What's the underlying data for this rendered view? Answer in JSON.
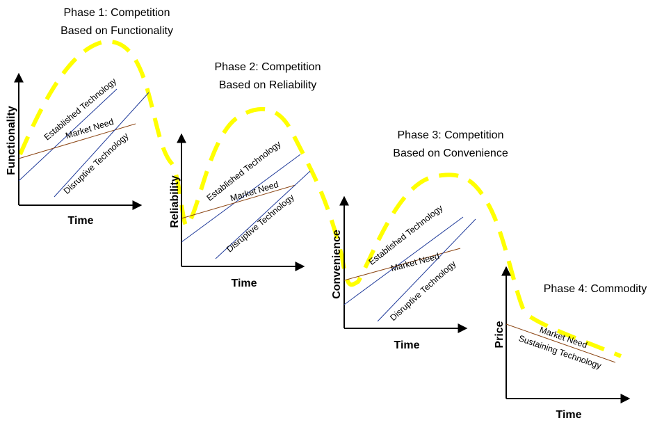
{
  "phases": [
    {
      "title_line1": "Phase 1: Competition",
      "title_line2": "Based on Functionality",
      "y_axis": "Functionality",
      "x_axis": "Time",
      "line_labels": [
        "Established Technology",
        "Market Need",
        "Disruptive Technology"
      ]
    },
    {
      "title_line1": "Phase 2: Competition",
      "title_line2": "Based on Reliability",
      "y_axis": "Reliability",
      "x_axis": "Time",
      "line_labels": [
        "Established Technology",
        "Market Need",
        "Disruptive Technology"
      ]
    },
    {
      "title_line1": "Phase 3: Competition",
      "title_line2": "Based on Convenience",
      "y_axis": "Convenience",
      "x_axis": "Time",
      "line_labels": [
        "Established Technology",
        "Market Need",
        "Disruptive Technology"
      ]
    },
    {
      "title_line1": "Phase 4: Commodity",
      "y_axis": "Price",
      "x_axis": "Time",
      "line_labels": [
        "Market Need",
        "Sustaining Technology"
      ]
    }
  ],
  "colors": {
    "curve": "#ffff00",
    "technology_line": "#1f3a9a",
    "market_need_line": "#8b4513",
    "axis": "#000000"
  }
}
